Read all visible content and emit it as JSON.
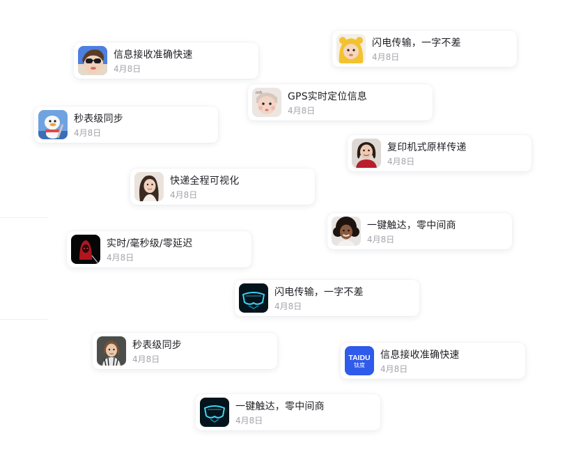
{
  "notifications": [
    {
      "title": "信息接收准确快速",
      "date": "4月8日",
      "avatar": "sunglasses-girl-avatar-icon"
    },
    {
      "title": "闪电传输，一字不差",
      "date": "4月8日",
      "avatar": "yellow-hood-child-avatar-icon"
    },
    {
      "title": "GPS实时定位信息",
      "date": "4月8日",
      "avatar": "baby-avatar-icon"
    },
    {
      "title": "秒表级同步",
      "date": "4月8日",
      "avatar": "cartoon-duck-avatar-icon"
    },
    {
      "title": "复印机式原样传递",
      "date": "4月8日",
      "avatar": "red-sweater-woman-avatar-icon"
    },
    {
      "title": "快递全程可视化",
      "date": "4月8日",
      "avatar": "long-hair-woman-avatar-icon"
    },
    {
      "title": "一键触达，零中间商",
      "date": "4月8日",
      "avatar": "curly-hair-woman-avatar-icon"
    },
    {
      "title": "实时/毫秒级/零延迟",
      "date": "4月8日",
      "avatar": "red-hood-figure-avatar-icon"
    },
    {
      "title": "闪电传输，一字不差",
      "date": "4月8日",
      "avatar": "neon-visor-avatar-icon"
    },
    {
      "title": "秒表级同步",
      "date": "4月8日",
      "avatar": "striped-shirt-woman-avatar-icon"
    },
    {
      "title": "信息接收准确快速",
      "date": "4月8日",
      "avatar": "taidu-logo-icon",
      "logo_text": [
        "TAIDU",
        "钛度"
      ],
      "logo_color": "#2f5bea"
    },
    {
      "title": "一键触达，零中间商",
      "date": "4月8日",
      "avatar": "neon-visor-avatar-icon"
    }
  ]
}
